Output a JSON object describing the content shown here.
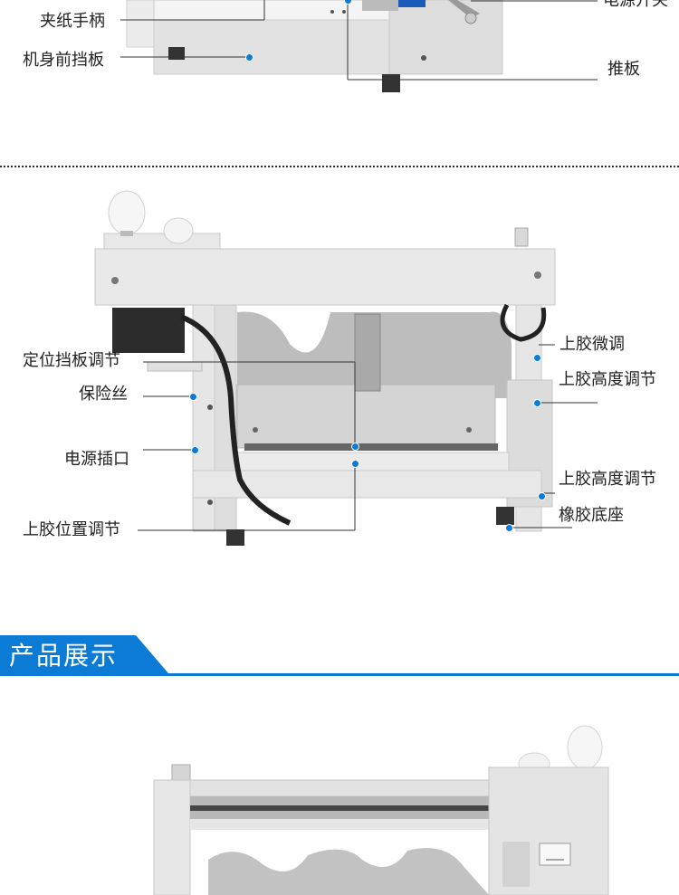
{
  "top_section": {
    "labels": {
      "paper_clamp_handle": "夹纸手柄",
      "front_baffle": "机身前挡板",
      "power_switch": "电源开关",
      "push_plate": "推板"
    }
  },
  "middle_section": {
    "labels": {
      "positioning_baffle_adjust": "定位挡板调节",
      "fuse": "保险丝",
      "power_socket": "电源插口",
      "glue_position_adjust": "上胶位置调节",
      "glue_fine_adjust": "上胶微调",
      "glue_height_adjust_1": "上胶高度调节",
      "glue_height_adjust_2": "上胶高度调节",
      "rubber_base": "橡胶底座"
    }
  },
  "product_section": {
    "title": "产品展示"
  },
  "colors": {
    "accent": "#0b7bd6",
    "machine_body": "#e6e6e6"
  }
}
